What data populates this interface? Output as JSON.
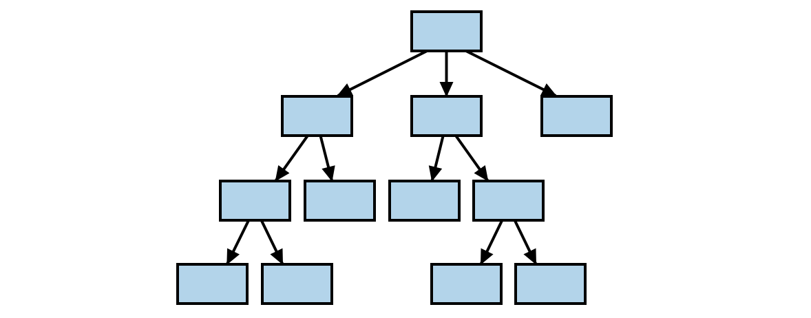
{
  "diagram": {
    "type": "tree",
    "colors": {
      "node_fill": "#b3d4ea",
      "node_stroke": "#000000",
      "edge": "#000000",
      "background": "#ffffff"
    },
    "nodes": [
      {
        "id": "root"
      },
      {
        "id": "l1-left"
      },
      {
        "id": "l1-middle"
      },
      {
        "id": "l1-right"
      },
      {
        "id": "l2-a"
      },
      {
        "id": "l2-b"
      },
      {
        "id": "l2-c"
      },
      {
        "id": "l2-d"
      },
      {
        "id": "l3-a"
      },
      {
        "id": "l3-b"
      },
      {
        "id": "l3-c"
      },
      {
        "id": "l3-d"
      }
    ],
    "edges": [
      {
        "from": "root",
        "to": "l1-left"
      },
      {
        "from": "root",
        "to": "l1-middle"
      },
      {
        "from": "root",
        "to": "l1-right"
      },
      {
        "from": "l1-left",
        "to": "l2-a"
      },
      {
        "from": "l1-left",
        "to": "l2-b"
      },
      {
        "from": "l1-middle",
        "to": "l2-c"
      },
      {
        "from": "l1-middle",
        "to": "l2-d"
      },
      {
        "from": "l2-a",
        "to": "l3-a"
      },
      {
        "from": "l2-a",
        "to": "l3-b"
      },
      {
        "from": "l2-d",
        "to": "l3-c"
      },
      {
        "from": "l2-d",
        "to": "l3-d"
      }
    ]
  }
}
